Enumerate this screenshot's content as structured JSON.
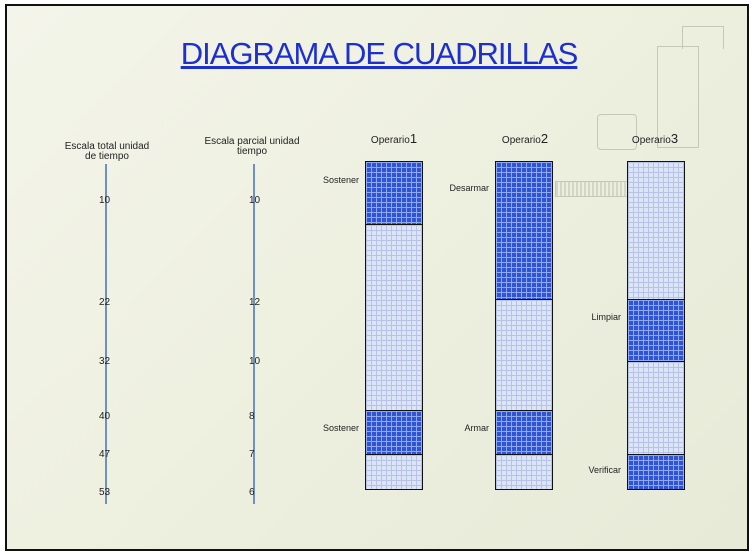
{
  "title": "DIAGRAMA DE CUADRILLAS",
  "scales": {
    "total": {
      "title_line1": "Escala total unidad",
      "title_line2": "de tiempo",
      "ticks": [
        "10",
        "22",
        "32",
        "40",
        "47",
        "53"
      ]
    },
    "partial": {
      "title_line1": "Escala parcial unidad",
      "title_line2": "tiempo",
      "ticks": [
        "10",
        "12",
        "10",
        "8",
        "7",
        "6"
      ]
    }
  },
  "operators": [
    {
      "name": "Operario",
      "number": "1",
      "segments": [
        {
          "state": "work",
          "label": "Sostener",
          "duration": 10
        },
        {
          "state": "idle",
          "label": "",
          "duration": 30
        },
        {
          "state": "work",
          "label": "Sostener",
          "duration": 7
        },
        {
          "state": "idle",
          "label": "",
          "duration": 6
        }
      ]
    },
    {
      "name": "Operario",
      "number": "2",
      "segments": [
        {
          "state": "work",
          "label": "Desarmar",
          "duration": 22
        },
        {
          "state": "idle",
          "label": "",
          "duration": 18
        },
        {
          "state": "work",
          "label": "Armar",
          "duration": 7
        },
        {
          "state": "idle",
          "label": "",
          "duration": 6
        }
      ]
    },
    {
      "name": "Operario",
      "number": "3",
      "segments": [
        {
          "state": "idle",
          "label": "",
          "duration": 22
        },
        {
          "state": "work",
          "label": "Limpiar",
          "duration": 10
        },
        {
          "state": "idle",
          "label": "",
          "duration": 15
        },
        {
          "state": "work",
          "label": "Verificar",
          "duration": 6
        }
      ]
    }
  ],
  "colors": {
    "work": "#2f55d6",
    "idle": "#dce4f7",
    "title": "#1c2fd1",
    "axis": "#6f8fc5"
  }
}
